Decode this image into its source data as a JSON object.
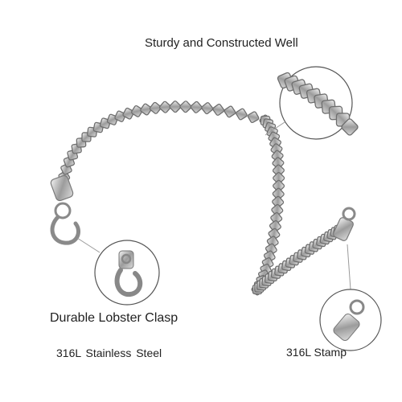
{
  "captions": {
    "top": "Sturdy and Constructed Well",
    "clasp": "Durable Lobster Clasp",
    "material": "316L  Stainless Steel",
    "stamp": "316L Stamp"
  },
  "colors": {
    "background": "#ffffff",
    "text": "#222222",
    "steel_light": "#e8e8e8",
    "steel_dark": "#6e6e6e",
    "callout_line": "#9a9a9a"
  },
  "photo": {
    "subject": "stainless steel box chain bracelet with lobster clasp",
    "callouts": [
      "chain-detail",
      "clasp-detail",
      "stamp-detail"
    ]
  }
}
